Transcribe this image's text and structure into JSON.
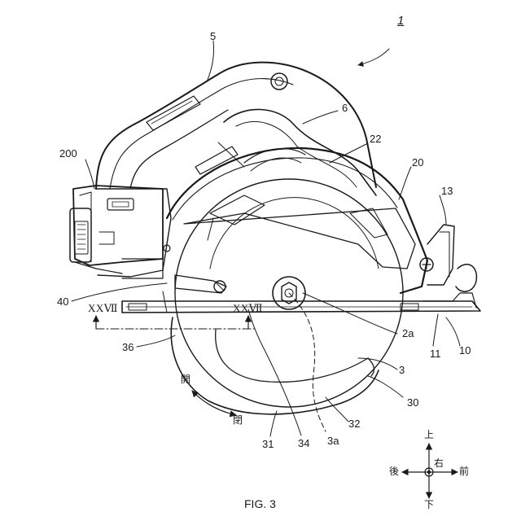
{
  "figure": {
    "caption": "FIG. 3",
    "refs": {
      "r1": "1",
      "r5": "5",
      "r6": "6",
      "r200": "200",
      "r22": "22",
      "r20": "20",
      "r13": "13",
      "r40": "40",
      "r36": "36",
      "r2a": "2a",
      "r11": "11",
      "r10": "10",
      "r3": "3",
      "r30": "30",
      "r32": "32",
      "r31": "31",
      "r34": "34",
      "r3a": "3a"
    },
    "section": {
      "left": "XXⅦ",
      "right": "XXⅦ"
    },
    "motion": {
      "open1": "開",
      "open2": "閉"
    },
    "directions": {
      "up": "上",
      "down": "下",
      "back": "後",
      "front": "前",
      "right": "右"
    }
  }
}
